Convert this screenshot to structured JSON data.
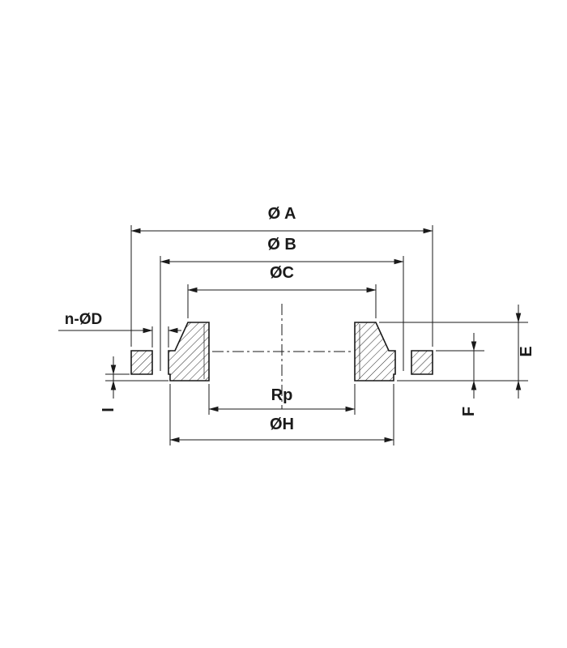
{
  "diagram": {
    "kind": "threaded-flange-cross-section-drawing",
    "colors": {
      "line": "#1a1a1a",
      "background": "#ffffff"
    },
    "labels": {
      "dim_a": "Ø A",
      "dim_b": "Ø B",
      "dim_c": "ØC",
      "dim_n_d": "n-ØD",
      "dim_rp": "Rp",
      "dim_h": "ØH",
      "dim_e": "E",
      "dim_f": "F",
      "dim_i": "I"
    }
  }
}
